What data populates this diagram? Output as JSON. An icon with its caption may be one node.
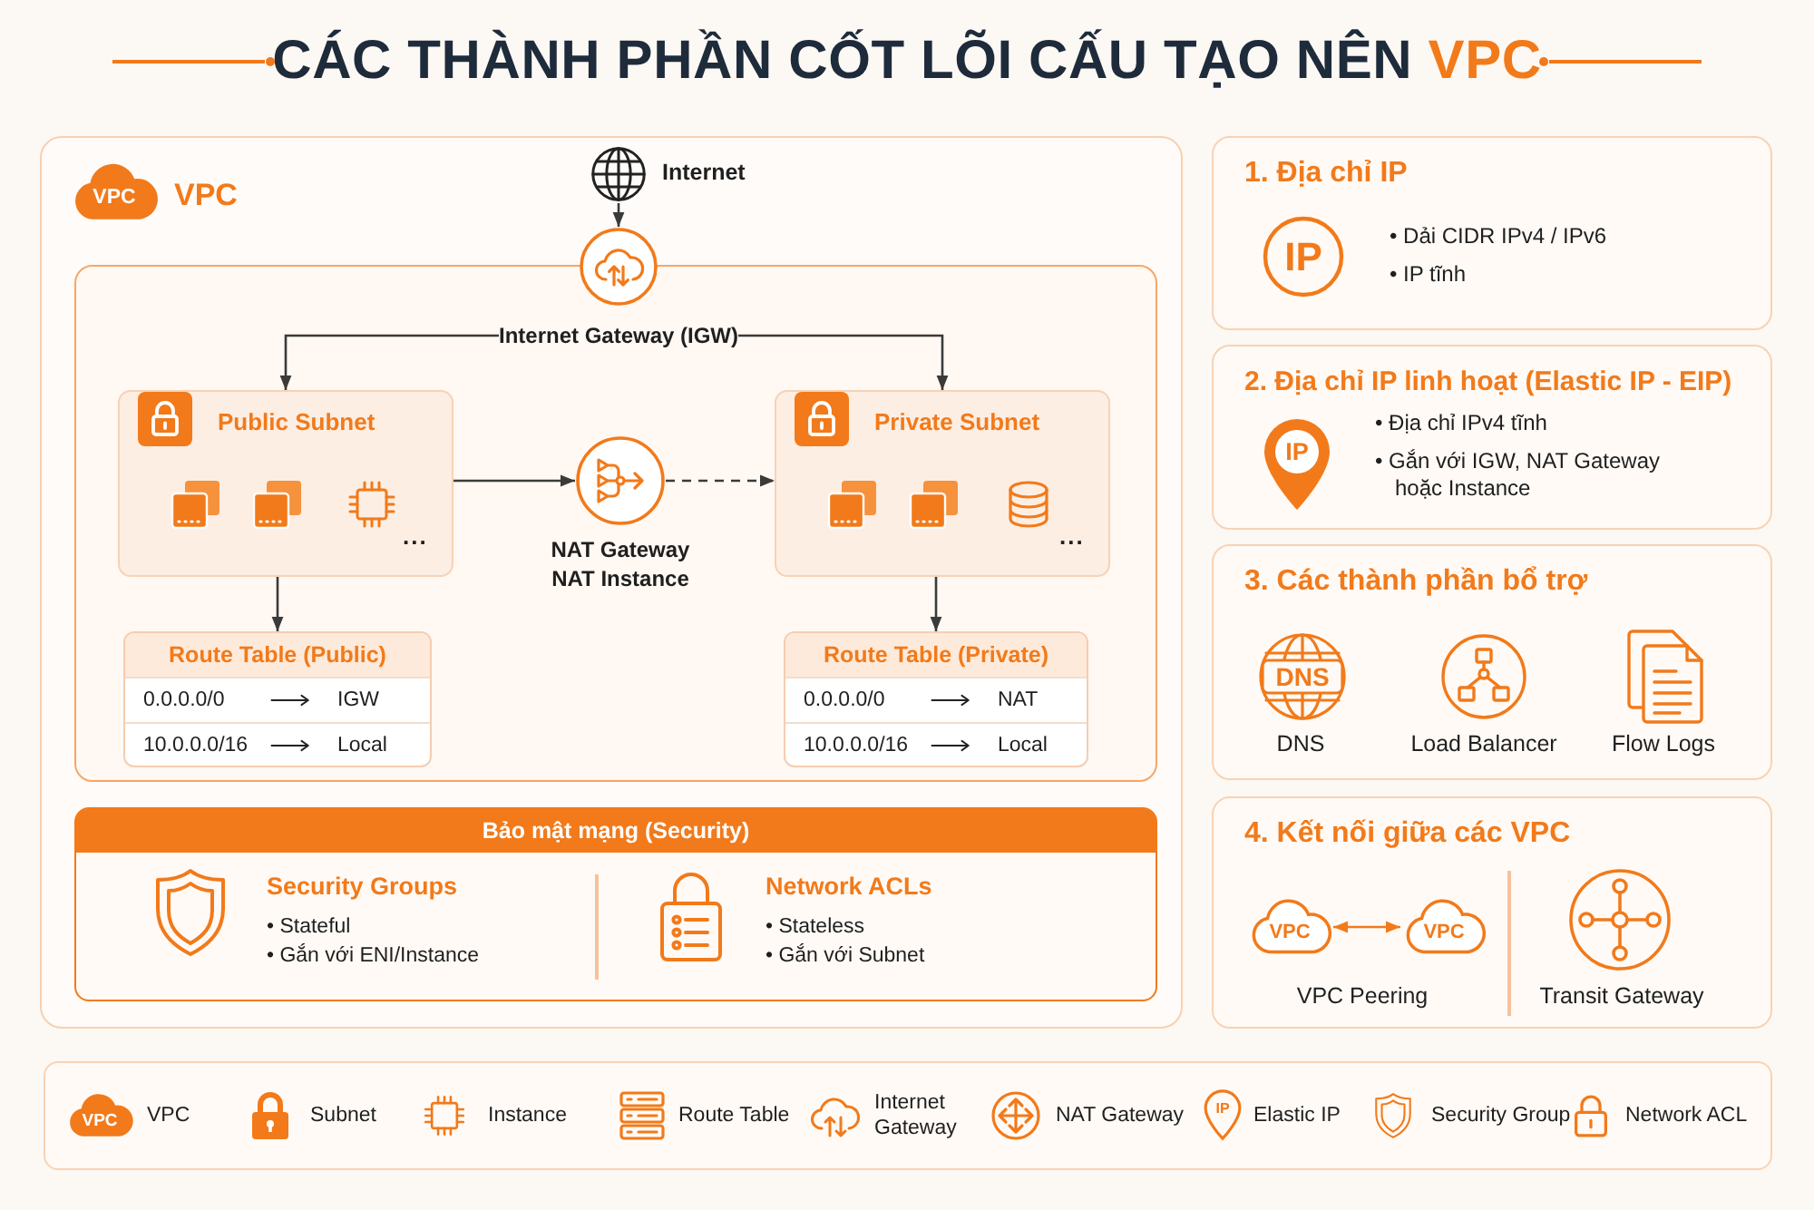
{
  "diagram": {
    "title": "CÁC THÀNH PHẦN CỐT LÕI CẤU TẠO NÊN VPC",
    "nodes": [
      {
        "text": [
          "VPC"
        ]
      },
      {
        "text": [
          "VPC"
        ],
        "in": 0
      },
      {
        "text": [
          "Internet"
        ],
        "in": 0
      },
      {
        "text": [
          "Internet Gateway (IGW)"
        ],
        "in": 0
      },
      {
        "text": [],
        "shape": "box",
        "in": 0
      },
      {
        "text": [
          "Public Subnet",
          "..."
        ],
        "in": 4
      },
      {
        "text": [
          "NAT Gateway",
          "NAT Instance"
        ],
        "in": 4
      },
      {
        "text": [
          "Private Subnet",
          "..."
        ],
        "in": 4
      },
      {
        "text": [
          "Route Table (Public)",
          "0.0.0.0/0",
          "IGW",
          "10.0.0.0/16",
          "Local"
        ],
        "in": 4
      },
      {
        "text": [
          "Route Table (Private)",
          "0.0.0.0/0",
          "NAT",
          "10.0.0.0/16",
          "Local"
        ],
        "in": 4
      },
      {
        "text": [
          "Bảo mật mạng (Security)"
        ],
        "in": 0
      },
      {
        "text": [
          "Security Groups",
          "• Stateful",
          "• Gắn với ENI/Instance"
        ],
        "in": 10
      },
      {
        "text": [
          "Network ACLs",
          "• Stateless",
          "• Gắn với Subnet"
        ],
        "in": 10
      },
      {
        "text": [
          "1. Địa chỉ IP",
          "• Dải CIDR IPv4 / IPv6",
          "• IP tĩnh"
        ]
      },
      {
        "text": [
          "IP"
        ],
        "in": 13
      },
      {
        "text": [
          "2. Địa chỉ IP linh hoạt (Elastic IP - EIP)",
          "• Địa chỉ IPv4 tĩnh",
          "• Gắn với IGW, NAT Gateway hoặc Instance"
        ]
      },
      {
        "text": [
          "IP"
        ],
        "in": 15
      },
      {
        "text": [
          "3. Các thành phần bổ trợ",
          "DNS",
          "Load Balancer",
          "Flow Logs"
        ]
      },
      {
        "text": [
          "DNS"
        ],
        "in": 17
      },
      {
        "text": [
          "4. Kết nối giữa các VPC",
          "VPC Peering",
          "Transit Gateway"
        ]
      },
      {
        "text": [
          "VPC"
        ],
        "in": 19
      },
      {
        "text": [
          "VPC"
        ],
        "in": 19
      }
    ],
    "edges": [
      {
        "from": 2,
        "to": 3,
        "arrow": "to"
      },
      {
        "from": 3,
        "to": 5,
        "arrow": "to"
      },
      {
        "from": 3,
        "to": 7,
        "arrow": "to"
      },
      {
        "from": 5,
        "to": 6,
        "arrow": "to"
      },
      {
        "from": 6,
        "to": 7,
        "arrow": "to",
        "style": "dashed"
      },
      {
        "from": 5,
        "to": 8,
        "arrow": "to"
      },
      {
        "from": 7,
        "to": 9,
        "arrow": "to"
      },
      {
        "from": 20,
        "to": 21,
        "arrow": "both",
        "color": "#f27a1a"
      }
    ],
    "labels": [
      "VPC",
      "IP"
    ],
    "legend": [
      {
        "text": "VPC"
      },
      {
        "text": "Subnet"
      },
      {
        "text": "Instance"
      },
      {
        "text": "Route Table"
      },
      {
        "text": "Internet Gateway"
      },
      {
        "text": "NAT Gateway"
      },
      {
        "text": "Elastic IP"
      },
      {
        "text": "Security Group"
      },
      {
        "text": "Network ACL"
      }
    ]
  }
}
